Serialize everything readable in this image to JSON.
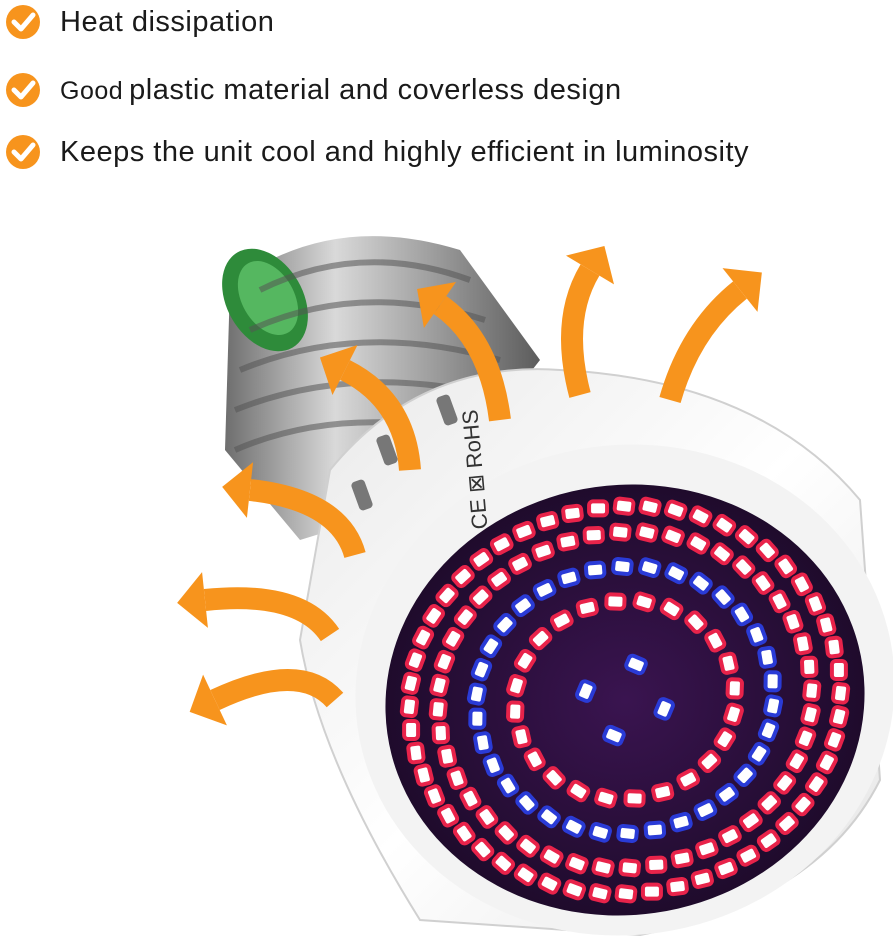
{
  "features": [
    {
      "text": "Heat dissipation"
    },
    {
      "prefix": "Good",
      "text": "plastic material and coverless design"
    },
    {
      "text": "Keeps the unit cool and highly efficient in luminosity"
    }
  ],
  "bulb": {
    "markings": "CE ⊠ RoHS",
    "led_colors": {
      "red": "#e8234a",
      "blue": "#2a3bd6",
      "background": "#2b0f3a"
    }
  },
  "icons": {
    "check": "check-circle-icon",
    "arrow": "heat-arrow-icon"
  },
  "colors": {
    "accent": "#f7941d",
    "arrow": "#f7941d"
  }
}
